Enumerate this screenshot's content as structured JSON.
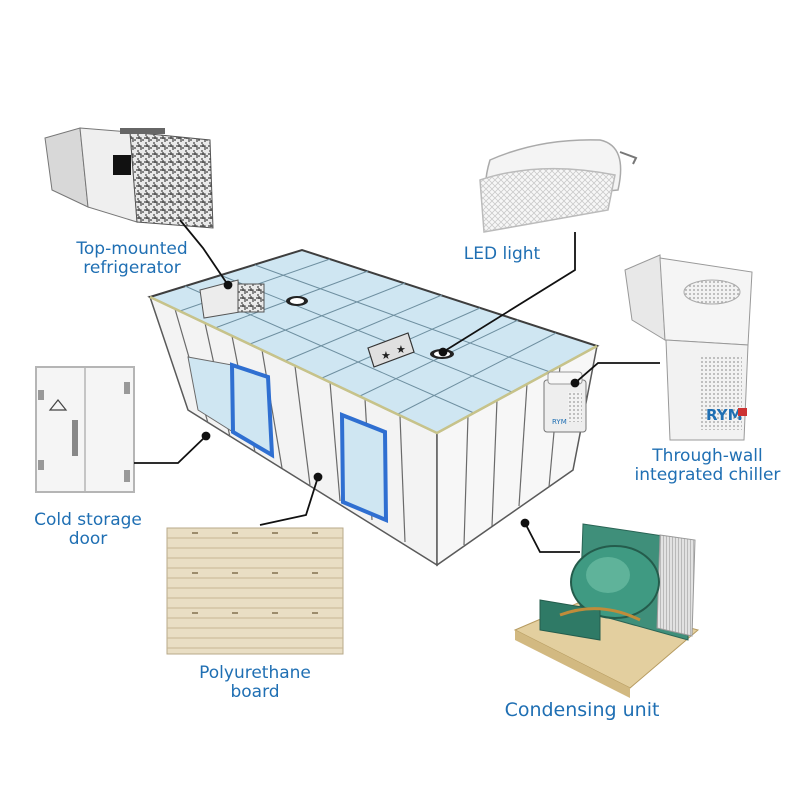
{
  "diagram": {
    "components": [
      {
        "id": "top-mounted-refrigerator",
        "lines": [
          "Top-mounted",
          "refrigerator"
        ]
      },
      {
        "id": "led-light",
        "lines": [
          "LED light"
        ]
      },
      {
        "id": "through-wall-chiller",
        "lines": [
          "Through-wall",
          "integrated chiller"
        ]
      },
      {
        "id": "cold-storage-door",
        "lines": [
          "Cold storage",
          "door"
        ]
      },
      {
        "id": "polyurethane-board",
        "lines": [
          "Polyurethane",
          "board"
        ]
      },
      {
        "id": "condensing-unit",
        "lines": [
          "Condensing unit"
        ]
      }
    ],
    "chiller_brand": "RYM",
    "colors": {
      "label": "#1f6fb3",
      "glass": "#cfe6f2",
      "panel": "#f4f4f4",
      "frame": "#555555",
      "door_blue": "#2f6fd1",
      "compressor_green": "#3f8f7a",
      "board": "#e8dcc0"
    }
  }
}
